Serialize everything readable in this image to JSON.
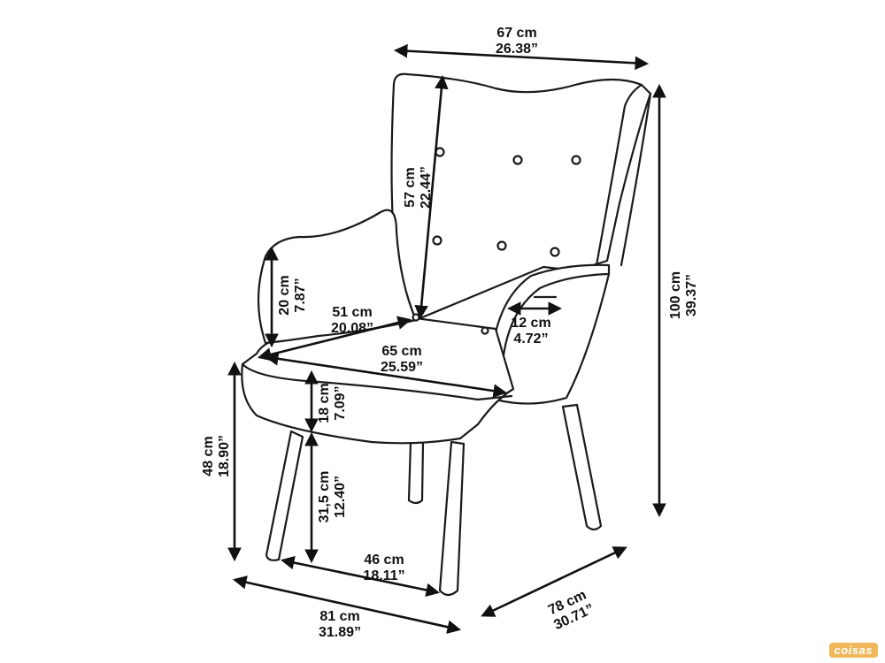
{
  "dimensions": {
    "width_top": {
      "metric": "67 cm",
      "imperial": "26.38”"
    },
    "height_total": {
      "metric": "100 cm",
      "imperial": "39.37”"
    },
    "backrest_height": {
      "metric": "57 cm",
      "imperial": "22.44”"
    },
    "armrest_height": {
      "metric": "20 cm",
      "imperial": "7.87”"
    },
    "seat_depth": {
      "metric": "51 cm",
      "imperial": "20.08”"
    },
    "armrest_width": {
      "metric": "12 cm",
      "imperial": "4.72”"
    },
    "seat_width": {
      "metric": "65 cm",
      "imperial": "25.59”"
    },
    "seat_thickness": {
      "metric": "18 cm",
      "imperial": "7.09”"
    },
    "seat_height": {
      "metric": "48 cm",
      "imperial": "18.90”"
    },
    "leg_height": {
      "metric": "31,5 cm",
      "imperial": "12.40”"
    },
    "leg_span": {
      "metric": "46 cm",
      "imperial": "18.11”"
    },
    "overall_width": {
      "metric": "81 cm",
      "imperial": "31.89”"
    },
    "overall_depth": {
      "metric": "78 cm",
      "imperial": "30.71”"
    }
  },
  "brand": {
    "watermark": "coisas"
  },
  "colors": {
    "line": "#1a1a1a",
    "background": "#ffffff",
    "watermark": "#f0b85a"
  }
}
